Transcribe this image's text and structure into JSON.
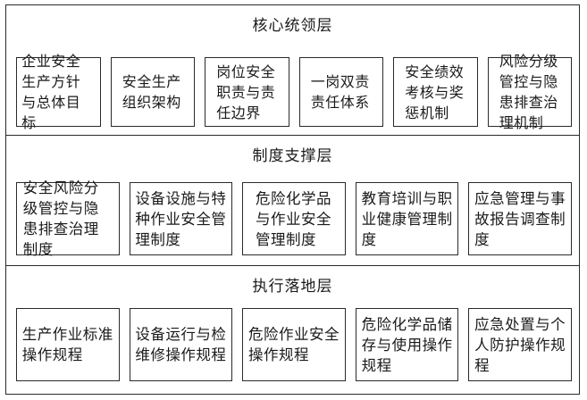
{
  "layers": [
    {
      "title": "核心统领层",
      "boxes": [
        {
          "label": "企业安全生产方针与总体目标"
        },
        {
          "label": "安全生产组织架构"
        },
        {
          "label": "岗位安全职责与责任边界"
        },
        {
          "label": "一岗双责责任体系"
        },
        {
          "label": "安全绩效考核与奖惩机制"
        },
        {
          "label": "风险分级管控与隐患排查治理机制"
        }
      ]
    },
    {
      "title": "制度支撑层",
      "boxes": [
        {
          "label": "安全风险分级管控与隐患排查治理制度"
        },
        {
          "label": "设备设施与特种作业安全管理制度"
        },
        {
          "label": "危险化学品与作业安全管理制度"
        },
        {
          "label": "教育培训与职业健康管理制度"
        },
        {
          "label": "应急管理与事故报告调查制度"
        }
      ]
    },
    {
      "title": "执行落地层",
      "boxes": [
        {
          "label": "生产作业标准操作规程"
        },
        {
          "label": "设备运行与检维修操作规程"
        },
        {
          "label": "危险作业安全操作规程"
        },
        {
          "label": "危险化学品储存与使用操作规程"
        },
        {
          "label": "应急处置与个人防护操作规程"
        }
      ]
    }
  ]
}
